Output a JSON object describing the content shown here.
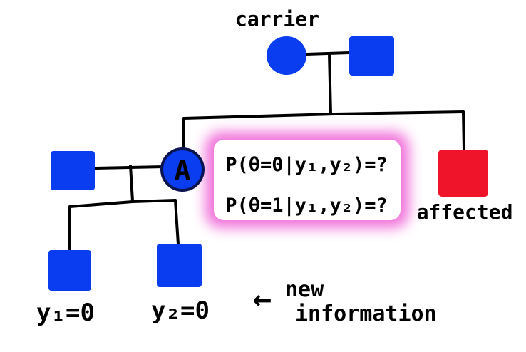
{
  "labels": {
    "carrier": "carrier",
    "affected": "affected",
    "individual_a": "A",
    "y1": "y₁=0",
    "y2": "y₂=0",
    "arrow": "←",
    "new_info_line1": "new",
    "new_info_line2": "information"
  },
  "question": {
    "line1": "P(θ=0|y₁,y₂)=?",
    "line2": "P(θ=1|y₁,y₂)=?"
  },
  "colors": {
    "normal": "#0a3cf0",
    "affected": "#f0142a",
    "highlight": "#f06bd8",
    "line": "#000000"
  }
}
